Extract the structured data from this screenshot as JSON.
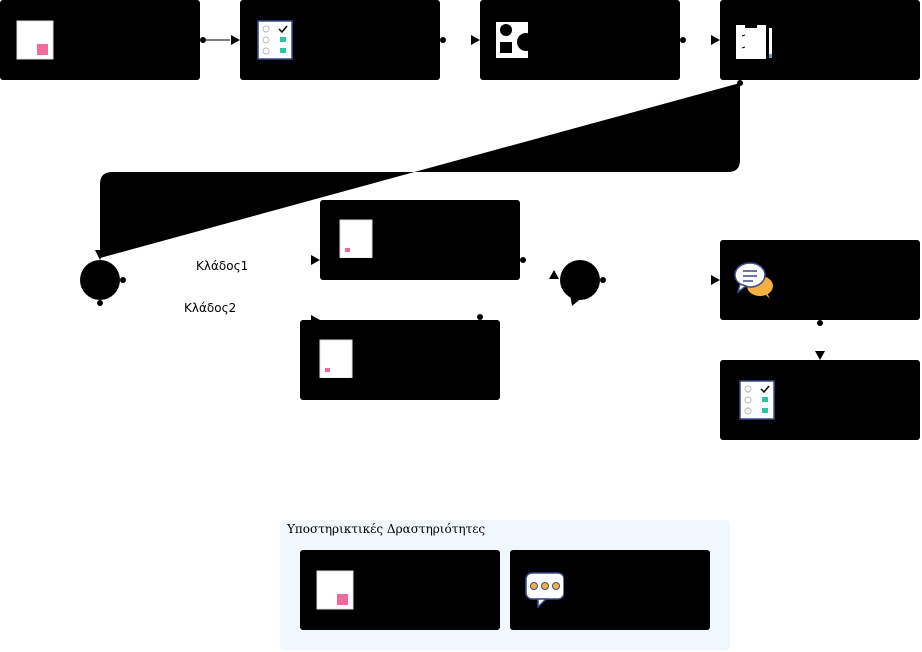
{
  "branches": {
    "branch1_label": "Κλάδος1",
    "branch2_label": "Κλάδος2"
  },
  "support": {
    "title": "Υποστηρικτικές Δραστηριότητες"
  },
  "colors": {
    "node_fill": "#000000",
    "support_bg": "#f0f7fe",
    "accent_pink": "#f2699b",
    "accent_green": "#2bc4a0",
    "accent_orange": "#f5b041",
    "icon_outline": "#3b4a8c"
  },
  "icons": {
    "n1": "document-pink-icon",
    "n2": "checklist-icon",
    "n3": "shapes-icon",
    "n4": "clipboard-pencil-icon",
    "n5": "document-small-icon",
    "n6": "document-small-icon",
    "n7": "chat-bubbles-icon",
    "n8": "checklist-icon",
    "n9": "document-pink-icon",
    "n10": "speech-dots-icon"
  }
}
